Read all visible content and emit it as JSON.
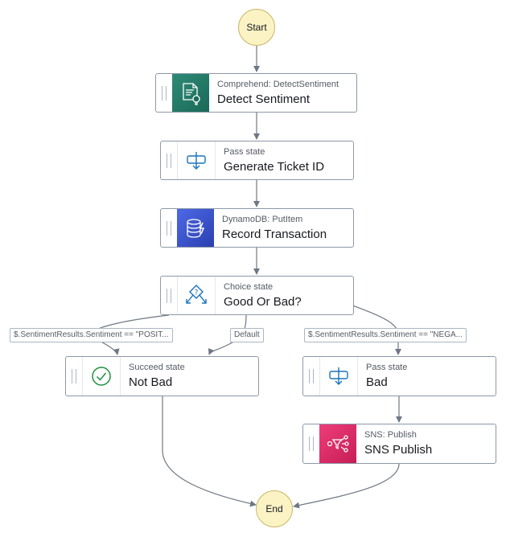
{
  "start": {
    "label": "Start"
  },
  "end": {
    "label": "End"
  },
  "states": {
    "detect_sentiment": {
      "type": "Comprehend: DetectSentiment",
      "name": "Detect Sentiment",
      "icon": "comprehend-icon"
    },
    "generate_ticket": {
      "type": "Pass state",
      "name": "Generate Ticket ID",
      "icon": "pass-state-icon"
    },
    "record_transaction": {
      "type": "DynamoDB: PutItem",
      "name": "Record Transaction",
      "icon": "dynamodb-icon"
    },
    "good_or_bad": {
      "type": "Choice state",
      "name": "Good Or Bad?",
      "icon": "choice-state-icon"
    },
    "not_bad": {
      "type": "Succeed state",
      "name": "Not Bad",
      "icon": "succeed-state-icon"
    },
    "bad": {
      "type": "Pass state",
      "name": "Bad",
      "icon": "pass-state-icon"
    },
    "sns_publish": {
      "type": "SNS: Publish",
      "name": "SNS Publish",
      "icon": "sns-icon"
    }
  },
  "edges": {
    "positive_label": "$.SentimentResults.Sentiment == \"POSIT...",
    "default_label": "Default",
    "negative_label": "$.SentimentResults.Sentiment == \"NEGA..."
  },
  "colors": {
    "terminal_fill": "#fbf3c4",
    "comprehend": "#1b6957",
    "dynamodb": "#3b4fd0",
    "sns": "#e7336d",
    "pass_icon": "#1a73b8",
    "succeed_icon": "#1e8e3e",
    "edge": "#6e7784"
  }
}
